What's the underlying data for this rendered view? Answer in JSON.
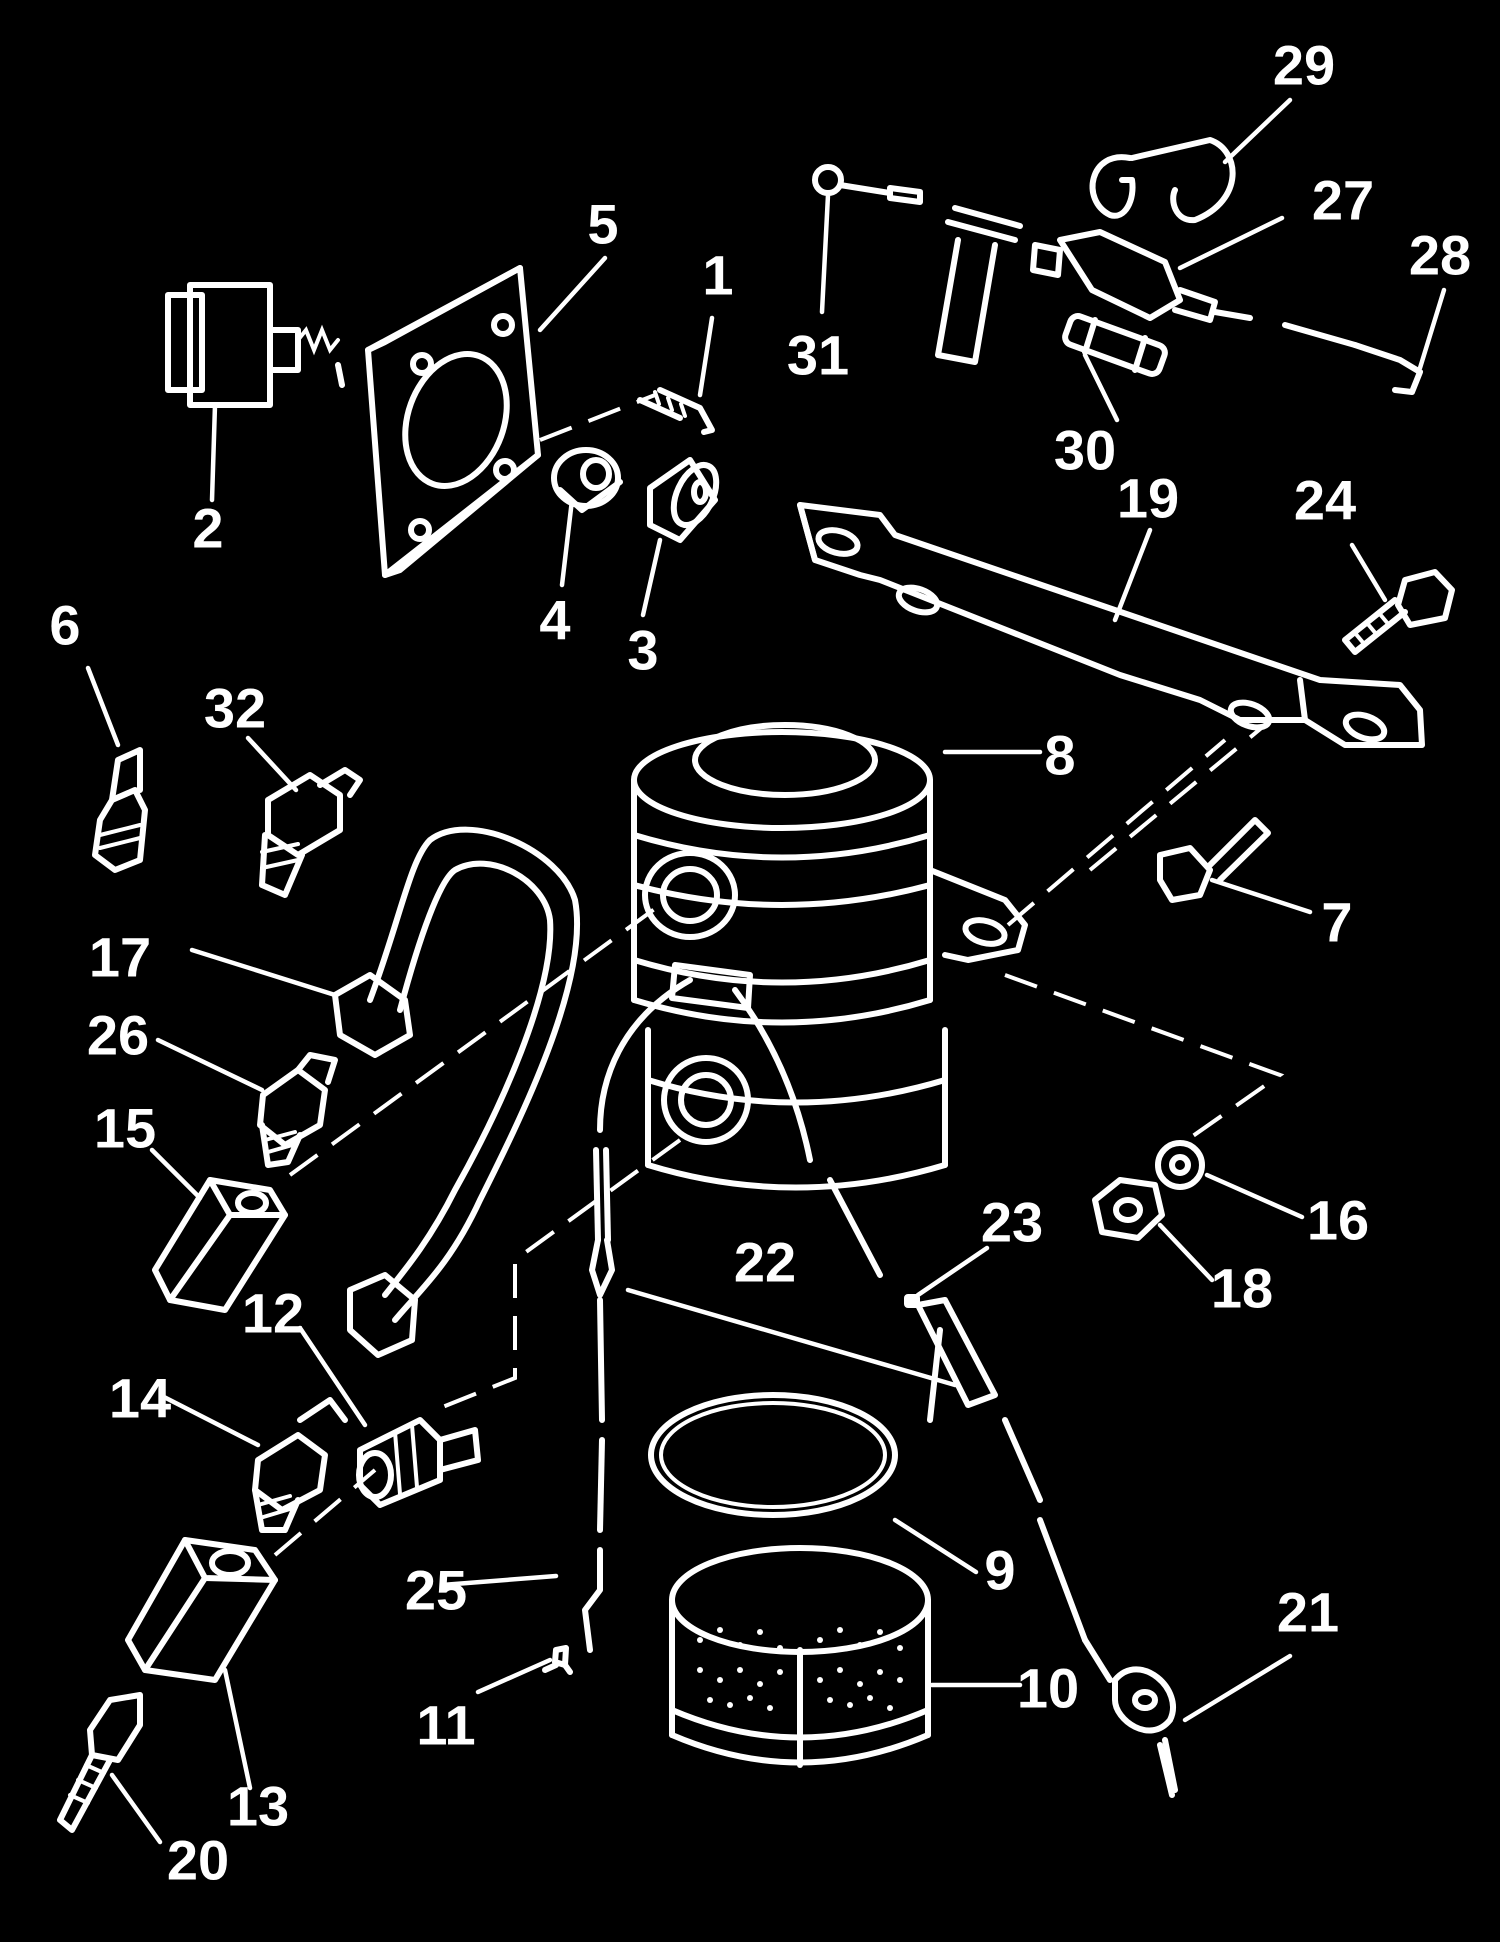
{
  "diagram": {
    "labels": [
      "1",
      "2",
      "3",
      "4",
      "5",
      "6",
      "7",
      "8",
      "9",
      "10",
      "11",
      "12",
      "13",
      "14",
      "15",
      "16",
      "17",
      "18",
      "19",
      "20",
      "21",
      "22",
      "23",
      "24",
      "25",
      "26",
      "27",
      "28",
      "29",
      "30",
      "31",
      "32"
    ]
  },
  "colors": {
    "background": "#000000",
    "ink": "#ffffff"
  }
}
